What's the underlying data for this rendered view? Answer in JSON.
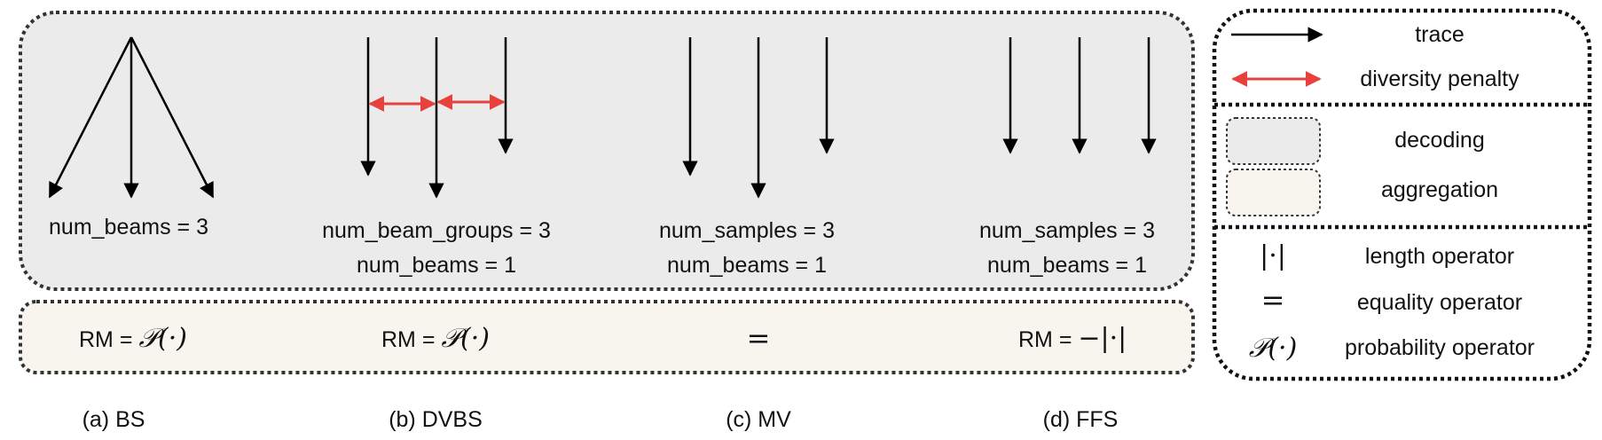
{
  "panels": [
    {
      "name": "bs",
      "caption": "(a) BS",
      "params": [
        "num_beams = 3"
      ],
      "aggregation": {
        "prefix": "RM = ",
        "operator": "probability"
      }
    },
    {
      "name": "dvbs",
      "caption": "(b) DVBS",
      "params": [
        "num_beam_groups = 3",
        "num_beams = 1"
      ],
      "aggregation": {
        "prefix": "RM = ",
        "operator": "probability"
      }
    },
    {
      "name": "mv",
      "caption": "(c) MV",
      "params": [
        "num_samples = 3",
        "num_beams = 1"
      ],
      "aggregation": {
        "prefix": "",
        "operator": "equality"
      }
    },
    {
      "name": "ffs",
      "caption": "(d) FFS",
      "params": [
        "num_samples = 3",
        "num_beams = 1"
      ],
      "aggregation": {
        "prefix": "RM = ",
        "operator": "neg-length"
      }
    }
  ],
  "legend": {
    "arrows": [
      {
        "kind": "trace",
        "label": "trace"
      },
      {
        "kind": "diversity-penalty",
        "label": "diversity penalty"
      }
    ],
    "regions": [
      {
        "kind": "decoding",
        "label": "decoding"
      },
      {
        "kind": "aggregation",
        "label": "aggregation"
      }
    ],
    "operators": [
      {
        "symbol": "|·|",
        "label": "length operator"
      },
      {
        "symbol": "=",
        "label": "equality operator"
      },
      {
        "symbol": "𝒫(·)",
        "label": "probability operator"
      }
    ]
  },
  "symbols": {
    "probability": "𝒫(·)",
    "equality": "=",
    "neg_length": "−|·|"
  },
  "colors": {
    "trace_arrow": "#000000",
    "diversity_arrow": "#e8413c",
    "decoding_fill": "#ebebeb",
    "aggregation_fill": "#f7f5ee",
    "border": "#333333"
  }
}
